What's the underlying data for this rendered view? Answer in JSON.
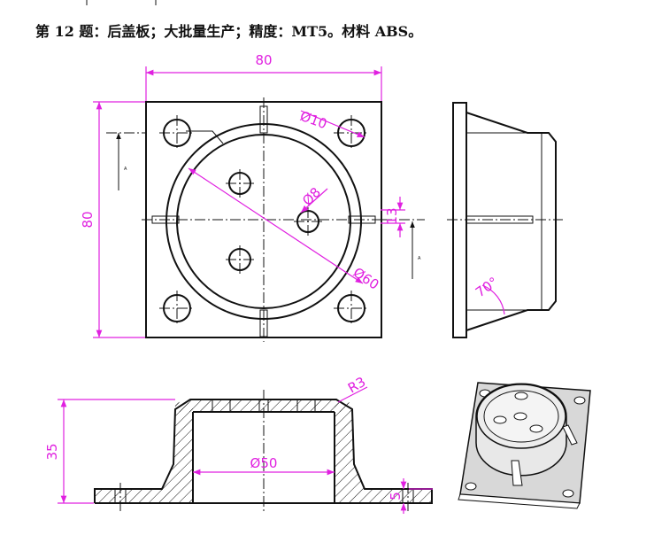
{
  "title": "第 12 题：后盖板；大批量生产；精度：MT5。材料 ABS。",
  "dimensions": {
    "width": "80",
    "height": "80",
    "hole_dia": "Ø10",
    "boss_dia": "Ø8",
    "circle_dia": "Ø60",
    "offset": "13",
    "angle": "70°",
    "fillet": "R3",
    "depth": "35",
    "inner_dia": "Ø50",
    "base_thk": "5"
  },
  "section_marks": {
    "top": "A",
    "right": "A"
  },
  "colors": {
    "dimension": "#e020e0",
    "outline": "#111111"
  }
}
